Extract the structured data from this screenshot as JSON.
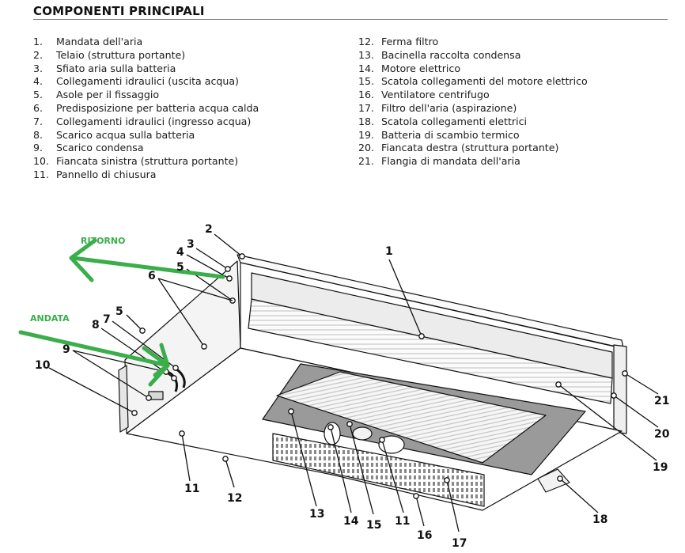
{
  "title": "COMPONENTI PRINCIPALI",
  "legend_left": [
    {
      "num": "1.",
      "label": "Mandata dell'aria"
    },
    {
      "num": "2.",
      "label": "Telaio (struttura portante)"
    },
    {
      "num": "3.",
      "label": "Sfiato aria sulla batteria"
    },
    {
      "num": "4.",
      "label": "Collegamenti idraulici (uscita acqua)"
    },
    {
      "num": "5.",
      "label": "Asole per il fissaggio"
    },
    {
      "num": "6.",
      "label": "Predisposizione per batteria acqua calda"
    },
    {
      "num": "7.",
      "label": "Collegamenti idraulici (ingresso acqua)"
    },
    {
      "num": "8.",
      "label": "Scarico acqua sulla batteria"
    },
    {
      "num": "9.",
      "label": "Scarico condensa"
    },
    {
      "num": "10.",
      "label": "Fiancata sinistra (struttura portante)"
    },
    {
      "num": "11.",
      "label": "Pannello di chiusura"
    }
  ],
  "legend_right": [
    {
      "num": "12.",
      "label": "Ferma filtro"
    },
    {
      "num": "13.",
      "label": "Bacinella raccolta condensa"
    },
    {
      "num": "14.",
      "label": "Motore elettrico"
    },
    {
      "num": "15.",
      "label": "Scatola collegamenti del motore elettrico"
    },
    {
      "num": "16.",
      "label": "Ventilatore centrifugo"
    },
    {
      "num": "17.",
      "label": "Filtro dell'aria (aspirazione)"
    },
    {
      "num": "18.",
      "label": "Scatola collegamenti elettrici"
    },
    {
      "num": "19.",
      "label": "Batteria di scambio termico"
    },
    {
      "num": "20.",
      "label": "Fiancata destra (struttura portante)"
    },
    {
      "num": "21.",
      "label": "Flangia di mandata dell'aria"
    }
  ],
  "flow_labels": {
    "return": "RITORNO",
    "supply": "ANDATA"
  },
  "callouts": [
    "1",
    "2",
    "3",
    "4",
    "5",
    "6",
    "5",
    "7",
    "8",
    "9",
    "10",
    "11",
    "12",
    "13",
    "14",
    "15",
    "11",
    "16",
    "17",
    "18",
    "19",
    "20",
    "21"
  ],
  "colors": {
    "flow_arrow": "#3aae4a",
    "line": "#111111",
    "grille": "#d9d9d9"
  }
}
